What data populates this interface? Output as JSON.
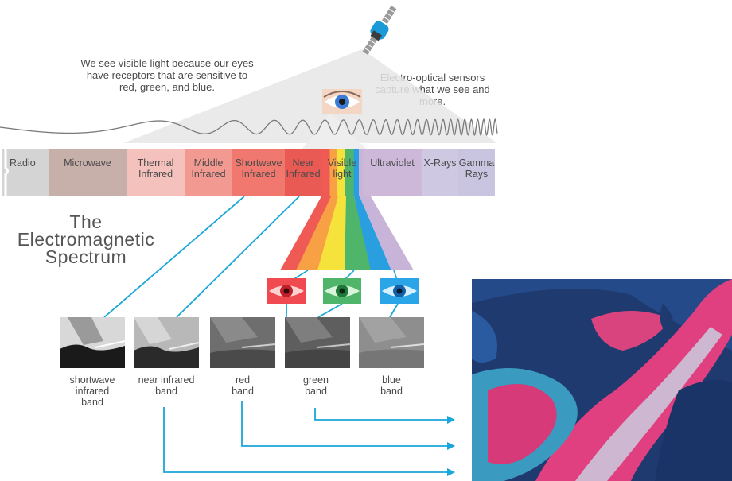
{
  "title": [
    "The",
    "Electromagnetic",
    "Spectrum"
  ],
  "caption_left": "We see visible light because our eyes have receptors that are sensitive to red, green, and blue.",
  "caption_right": "Electro-optical sensors capture what we see and more.",
  "segments": [
    {
      "label": "Radio",
      "color": "#d4d4d4"
    },
    {
      "label": "Microwave",
      "color": "#c8b0aa"
    },
    {
      "label": "Thermal\nInfrared",
      "color": "#f4c1bd"
    },
    {
      "label": "Middle\nInfrared",
      "color": "#f29a92"
    },
    {
      "label": "Shortwave\nInfrared",
      "color": "#f0786e"
    },
    {
      "label": "Near\nInfrared",
      "color": "#ea5a55"
    },
    {
      "label": "Visible\nlight",
      "color": "#f5e23a"
    },
    {
      "label": "Ultraviolet",
      "color": "#cdb8d9"
    },
    {
      "label": "X-Rays",
      "color": "#cfc8e2"
    },
    {
      "label": "Gamma\nRays",
      "color": "#c9c4e0"
    }
  ],
  "bands": [
    {
      "label": "shortwave\ninfrared\nband"
    },
    {
      "label": "near infrared\nband"
    },
    {
      "label": "red\nband"
    },
    {
      "label": "green\nband"
    },
    {
      "label": "blue\nband"
    }
  ],
  "colors": {
    "arrow": "#1aa6d9",
    "satellite_blue": "#1a9ad6",
    "veg_magenta": "#e0407f",
    "water_deep": "#1e3a6e",
    "water_light": "#3b9ac0"
  }
}
